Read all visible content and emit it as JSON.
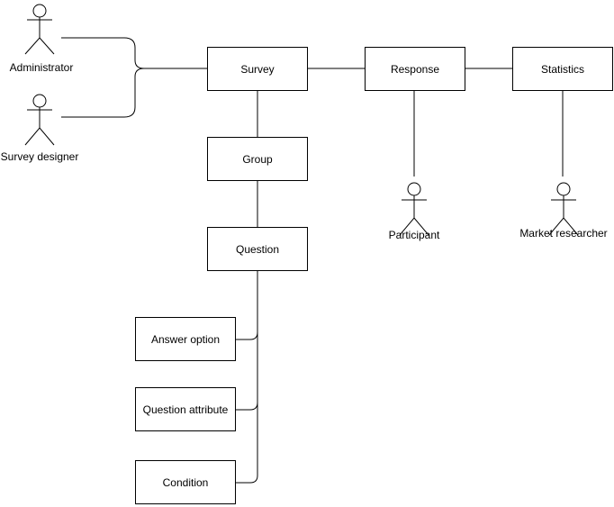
{
  "diagram": {
    "entities": [
      {
        "id": "survey",
        "label": "Survey"
      },
      {
        "id": "response",
        "label": "Response"
      },
      {
        "id": "statistics",
        "label": "Statistics"
      },
      {
        "id": "group",
        "label": "Group"
      },
      {
        "id": "question",
        "label": "Question"
      },
      {
        "id": "answer-option",
        "label": "Answer option"
      },
      {
        "id": "question-attribute",
        "label": "Question attribute"
      },
      {
        "id": "condition",
        "label": "Condition"
      }
    ],
    "actors": [
      {
        "id": "administrator",
        "label": "Administrator"
      },
      {
        "id": "survey-designer",
        "label": "Survey designer"
      },
      {
        "id": "participant",
        "label": "Participant"
      },
      {
        "id": "market-researcher",
        "label": "Market researcher"
      }
    ],
    "connections": [
      {
        "from": "administrator",
        "to": "survey",
        "via": "brace"
      },
      {
        "from": "survey-designer",
        "to": "survey",
        "via": "brace"
      },
      {
        "from": "survey",
        "to": "response"
      },
      {
        "from": "response",
        "to": "statistics"
      },
      {
        "from": "survey",
        "to": "group"
      },
      {
        "from": "group",
        "to": "question"
      },
      {
        "from": "response",
        "to": "participant"
      },
      {
        "from": "statistics",
        "to": "market-researcher"
      },
      {
        "from": "question",
        "to": "answer-option"
      },
      {
        "from": "question",
        "to": "question-attribute"
      },
      {
        "from": "question",
        "to": "condition"
      }
    ],
    "colors": {
      "line": "#000000",
      "box_border": "#000000",
      "box_fill": "#ffffff",
      "text": "#000000",
      "background": "#ffffff"
    }
  }
}
